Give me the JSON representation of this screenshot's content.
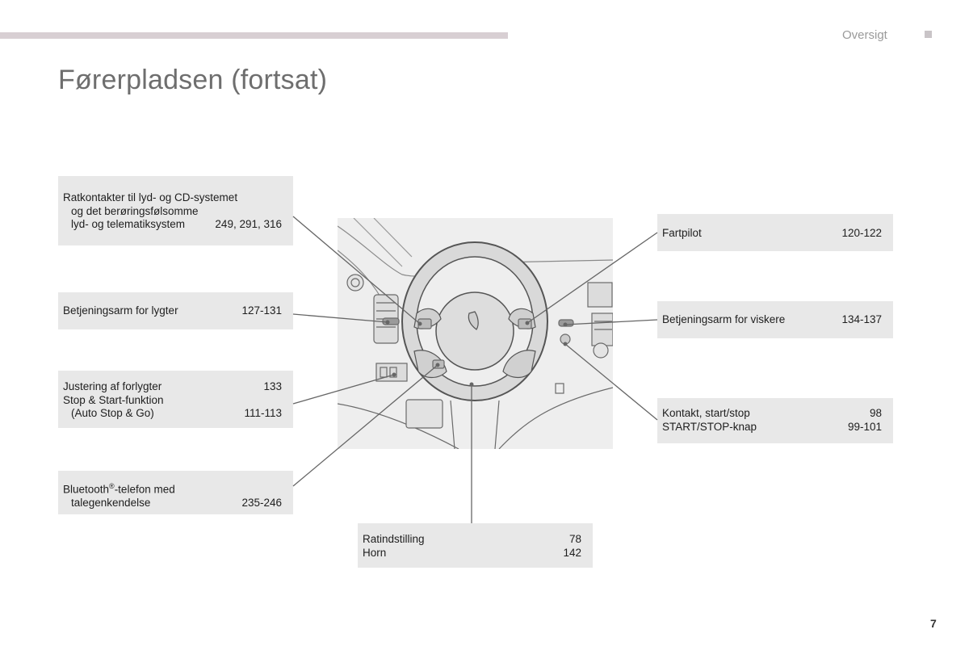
{
  "header": {
    "section_label": "Oversigt",
    "page_title": "Førerpladsen (fortsat)"
  },
  "callouts": {
    "steering_controls": {
      "line1": "Ratkontakter til lyd- og CD-systemet",
      "line2": "og det berøringsfølsomme",
      "line3": "lyd- og telematiksystem",
      "pages": "249, 291, 316"
    },
    "lighting_stalk": {
      "label": "Betjeningsarm for lygter",
      "pages": "127-131"
    },
    "headlamp": {
      "line1": "Justering af forlygter",
      "pages1": "133",
      "line2": "Stop & Start-funktion",
      "line3": "(Auto Stop & Go)",
      "pages3": "111-113"
    },
    "bluetooth": {
      "line1_main": "Bluetooth",
      "line1_sup": "®",
      "line1_rest": "-telefon med",
      "line2": "talegenkendelse",
      "pages": "235-246"
    },
    "cruise_control": {
      "label": "Fartpilot",
      "pages": "120-122"
    },
    "wiper_stalk": {
      "label": "Betjeningsarm for viskere",
      "pages": "134-137"
    },
    "ignition": {
      "line1": "Kontakt, start/stop",
      "pages1": "98",
      "line2": "START/STOP-knap",
      "pages2": "99-101"
    },
    "wheel_adjust": {
      "line1": "Ratindstilling",
      "pages1": "78",
      "line2": "Horn",
      "pages2": "142"
    }
  },
  "footer": {
    "page_number": "7"
  },
  "colors": {
    "box_bg": "#e8e8e8",
    "rule": "#d8cfd3",
    "title": "#6e6e6e",
    "leader": "#666666"
  }
}
